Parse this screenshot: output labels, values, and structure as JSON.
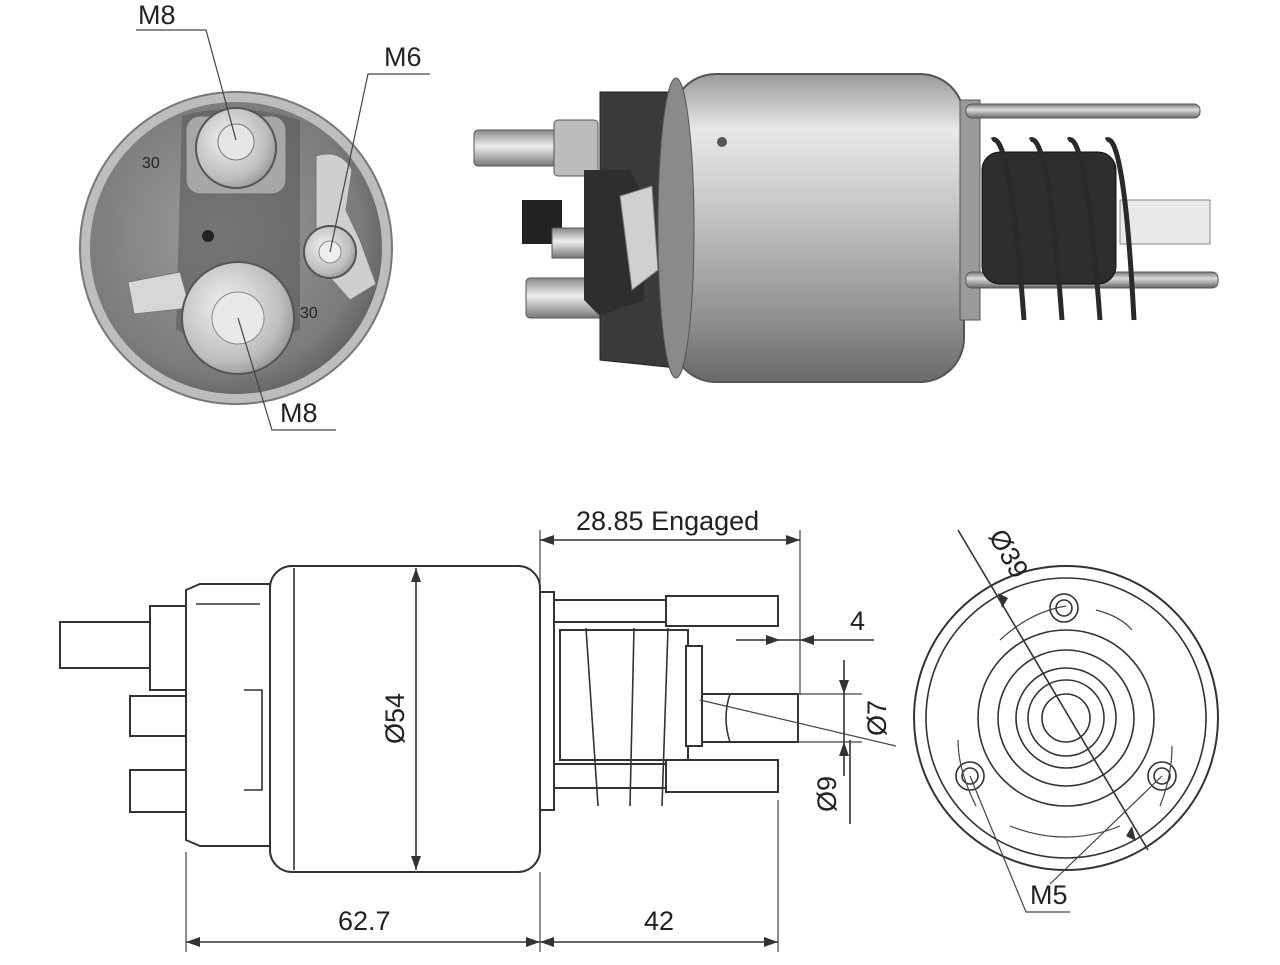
{
  "photo_end_view": {
    "labels": {
      "top_stud": "M8",
      "small_stud": "M6",
      "bottom_stud": "M8",
      "terminal_30_top": "30",
      "terminal_30_bottom": "30"
    }
  },
  "drawing_side": {
    "dimensions": {
      "engaged_stroke": "28.85 Engaged",
      "plunger_offset": "4",
      "plunger_diameter": "Ø7",
      "flange_diameter": "Ø9",
      "body_diameter": "Ø54",
      "body_length": "62.7",
      "plunger_length": "42"
    }
  },
  "drawing_end": {
    "dimensions": {
      "bolt_circle": "Ø39",
      "mount_thread": "M5"
    }
  },
  "colors": {
    "line": "#333333",
    "metal_light": "#d9d9d9",
    "metal_dark": "#6e6e6e",
    "housing_dark": "#3a3a3a"
  }
}
